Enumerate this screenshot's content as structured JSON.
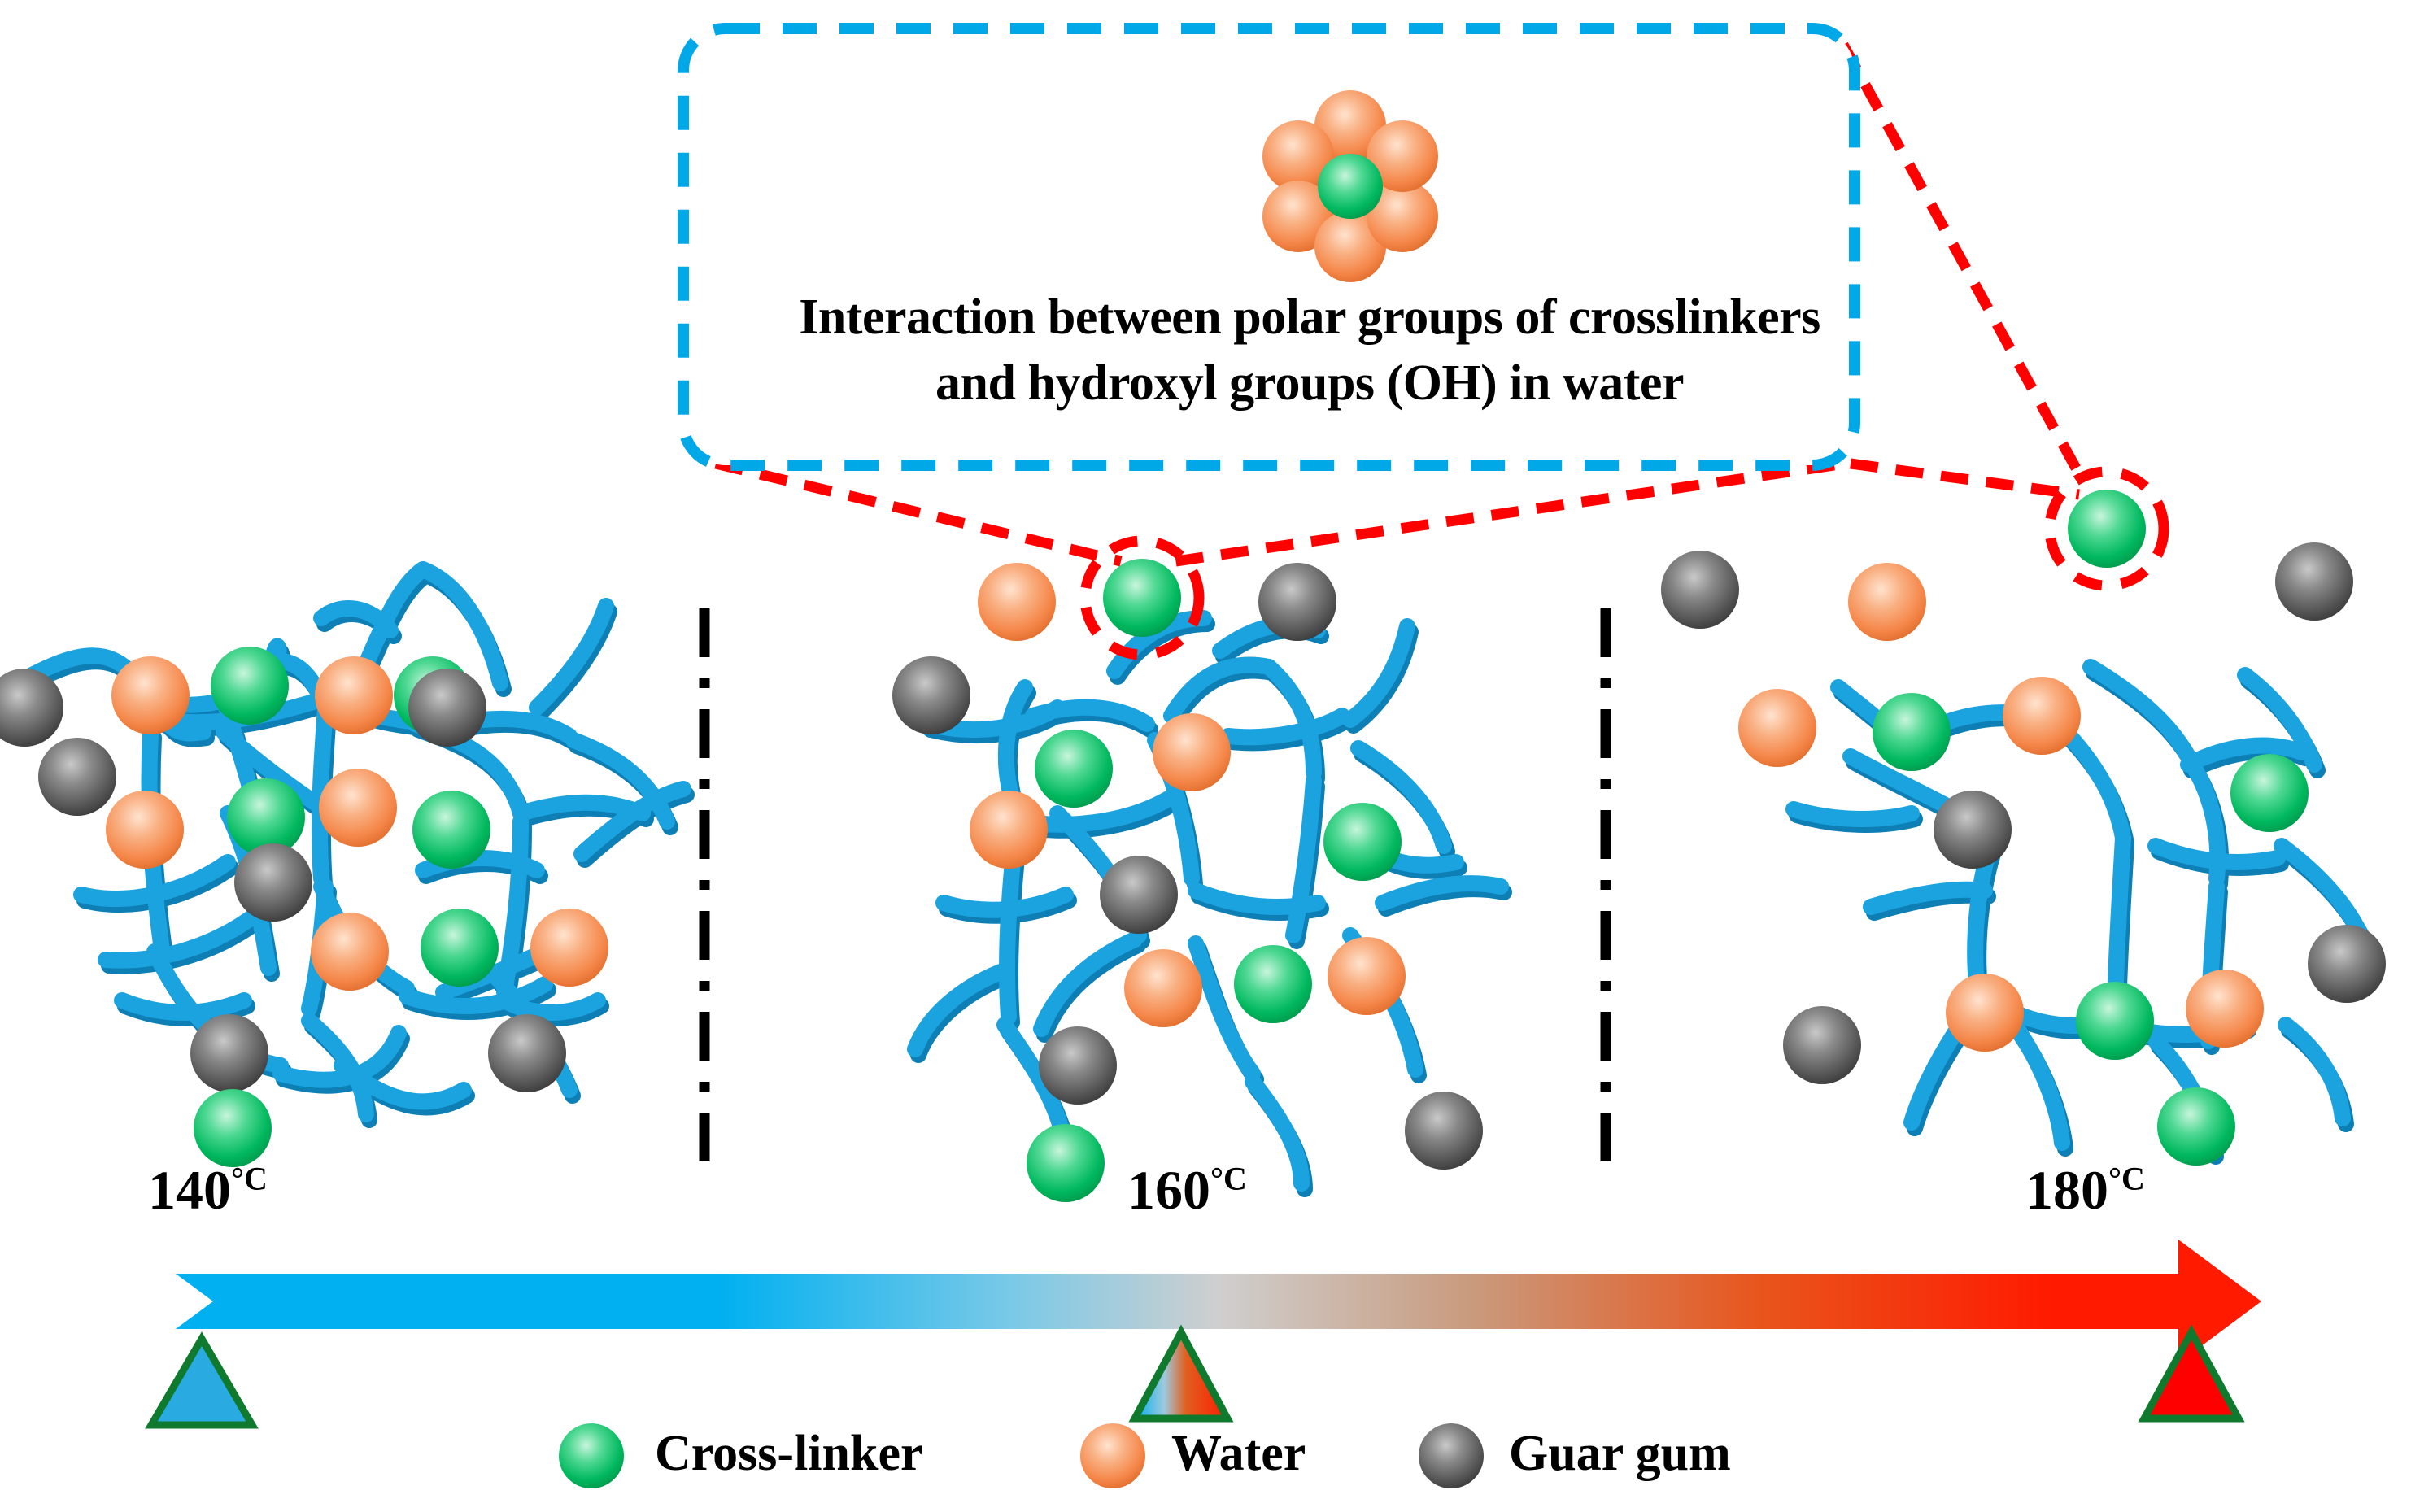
{
  "figure": {
    "background": "#ffffff",
    "title_text": ""
  },
  "callout": {
    "box_border_color": "#00a8e8",
    "leader_color": "#ff0000",
    "text_line1": "Interaction between polar groups of crosslinkers",
    "text_line2": "and hydroxyl groups (OH) in water",
    "cluster": {
      "center_label": "cross-linker",
      "center_color": "#00b85e",
      "shell_label": "water",
      "shell_color": "#f59058",
      "shell_count": 6
    }
  },
  "panels": [
    {
      "id": "panel-140",
      "temperature": "140",
      "unit": "°C",
      "label": "140°C",
      "state": "dense crosslinked network"
    },
    {
      "id": "panel-160",
      "temperature": "160",
      "unit": "°C",
      "label": "160°C",
      "state": "partially degraded network"
    },
    {
      "id": "panel-180",
      "temperature": "180",
      "unit": "°C",
      "label": "180°C",
      "state": "loose degraded network"
    }
  ],
  "divider": {
    "style": "dash-dot",
    "color": "#000000",
    "count": 2
  },
  "temperature_arrow": {
    "direction": "left-to-right",
    "start_color": "#00b0f0",
    "end_color": "#ff1a00",
    "markers": [
      {
        "name": "marker-140",
        "fill": "#29abe2",
        "stroke": "#0f7a2e"
      },
      {
        "name": "marker-160",
        "fill": "gradient-blue-red",
        "stroke": "#0f7a2e"
      },
      {
        "name": "marker-180",
        "fill": "#ff0000",
        "stroke": "#0f7a2e"
      }
    ]
  },
  "legend": {
    "items": [
      {
        "label": "Cross-linker",
        "color": "#00b85e"
      },
      {
        "label": "Water",
        "color": "#f5874a"
      },
      {
        "label": "Guar gum",
        "color": "#5a5a5a"
      }
    ]
  },
  "colors": {
    "chain": "#1ba3e0",
    "chain_shadow": "#0d7fb5",
    "crosslinker": "#00b85e",
    "water": "#f5874a",
    "guargum": "#5a5a5a",
    "callout_blue": "#00a8e8",
    "callout_red": "#ff0000"
  }
}
